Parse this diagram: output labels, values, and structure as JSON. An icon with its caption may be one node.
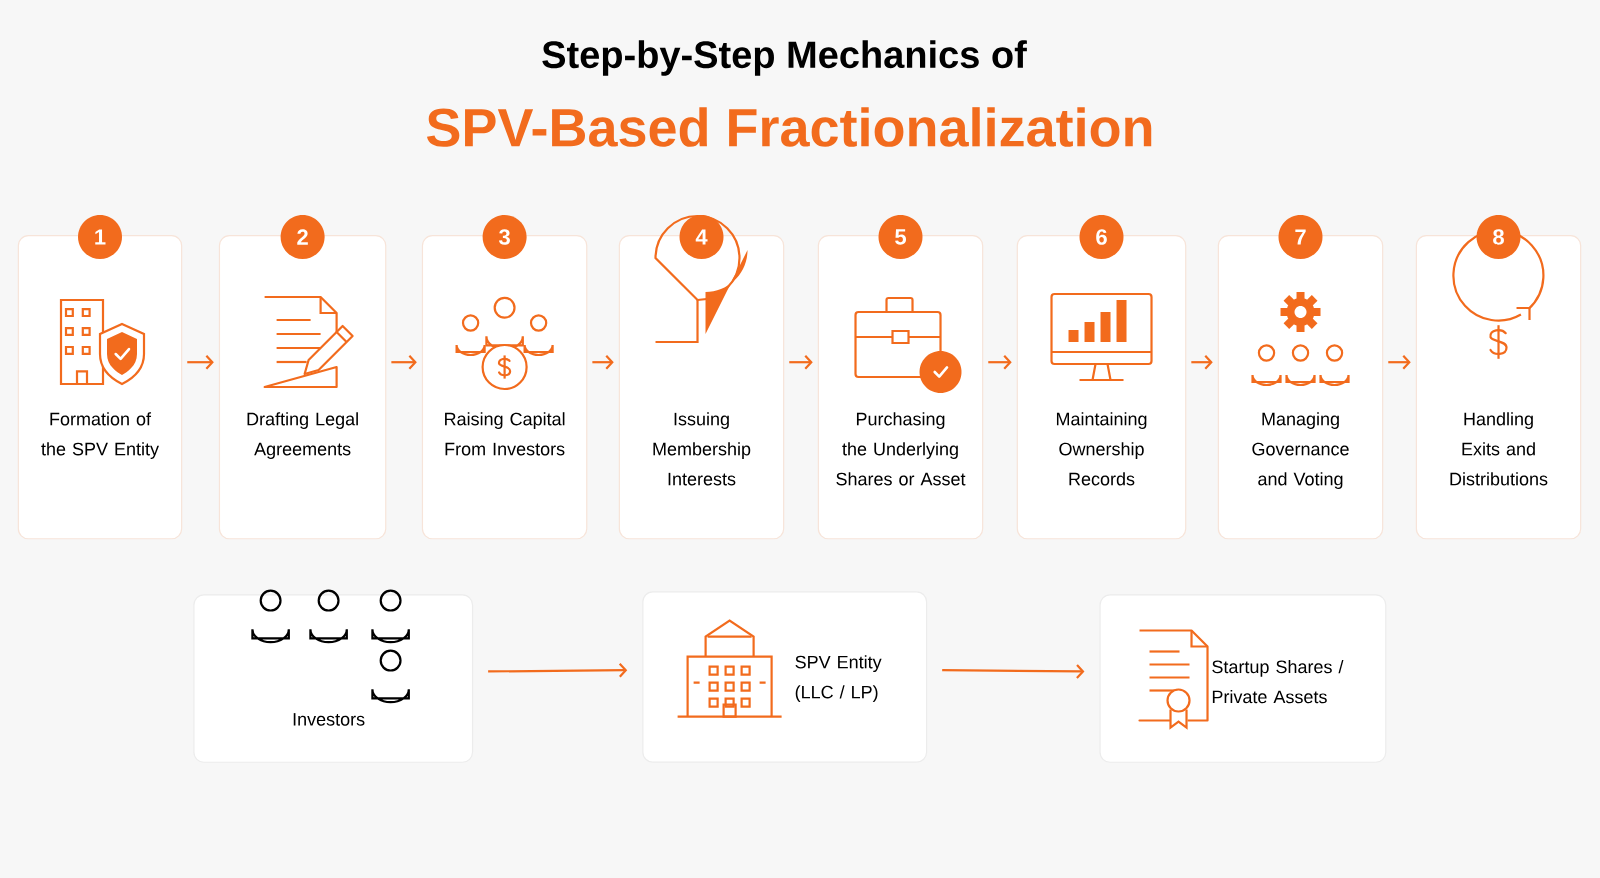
{
  "diagram": {
    "title": "Step-by-Step Mechanics of",
    "nodes": [
      {
        "text": [
          "1",
          "Formation of the SPV Entity"
        ]
      },
      {
        "text": [
          "2",
          "Drafting Legal Agreements"
        ]
      },
      {
        "text": [
          "3",
          "Raising Capital From Investors"
        ]
      },
      {
        "text": [
          "4",
          "Issuing Membership Interests"
        ]
      },
      {
        "text": [
          "5",
          "Purchasing the Underlying Shares or Asset"
        ]
      },
      {
        "text": [
          "6",
          "Maintaining Ownership Records"
        ]
      },
      {
        "text": [
          "7",
          "Managing Governance and Voting"
        ]
      },
      {
        "text": [
          "8",
          "Handling Exits and Distributions"
        ]
      },
      {
        "text": [
          "Investors"
        ]
      },
      {
        "text": [
          "SPV Entity (LLC / LP)"
        ]
      },
      {
        "text": [
          "Startup Shares / Private Assets"
        ]
      }
    ],
    "edges": [
      {
        "from": 0,
        "to": 1,
        "arrow": "to"
      },
      {
        "from": 1,
        "to": 2,
        "arrow": "to"
      },
      {
        "from": 2,
        "to": 3,
        "arrow": "to"
      },
      {
        "from": 3,
        "to": 4,
        "arrow": "to"
      },
      {
        "from": 4,
        "to": 5,
        "arrow": "to"
      },
      {
        "from": 5,
        "to": 6,
        "arrow": "to"
      },
      {
        "from": 6,
        "to": 7,
        "arrow": "to"
      },
      {
        "from": 8,
        "to": 9,
        "arrow": "to"
      },
      {
        "from": 9,
        "to": 10,
        "arrow": "to"
      }
    ],
    "labels": [
      "SPV-Based Fractionalization"
    ]
  }
}
